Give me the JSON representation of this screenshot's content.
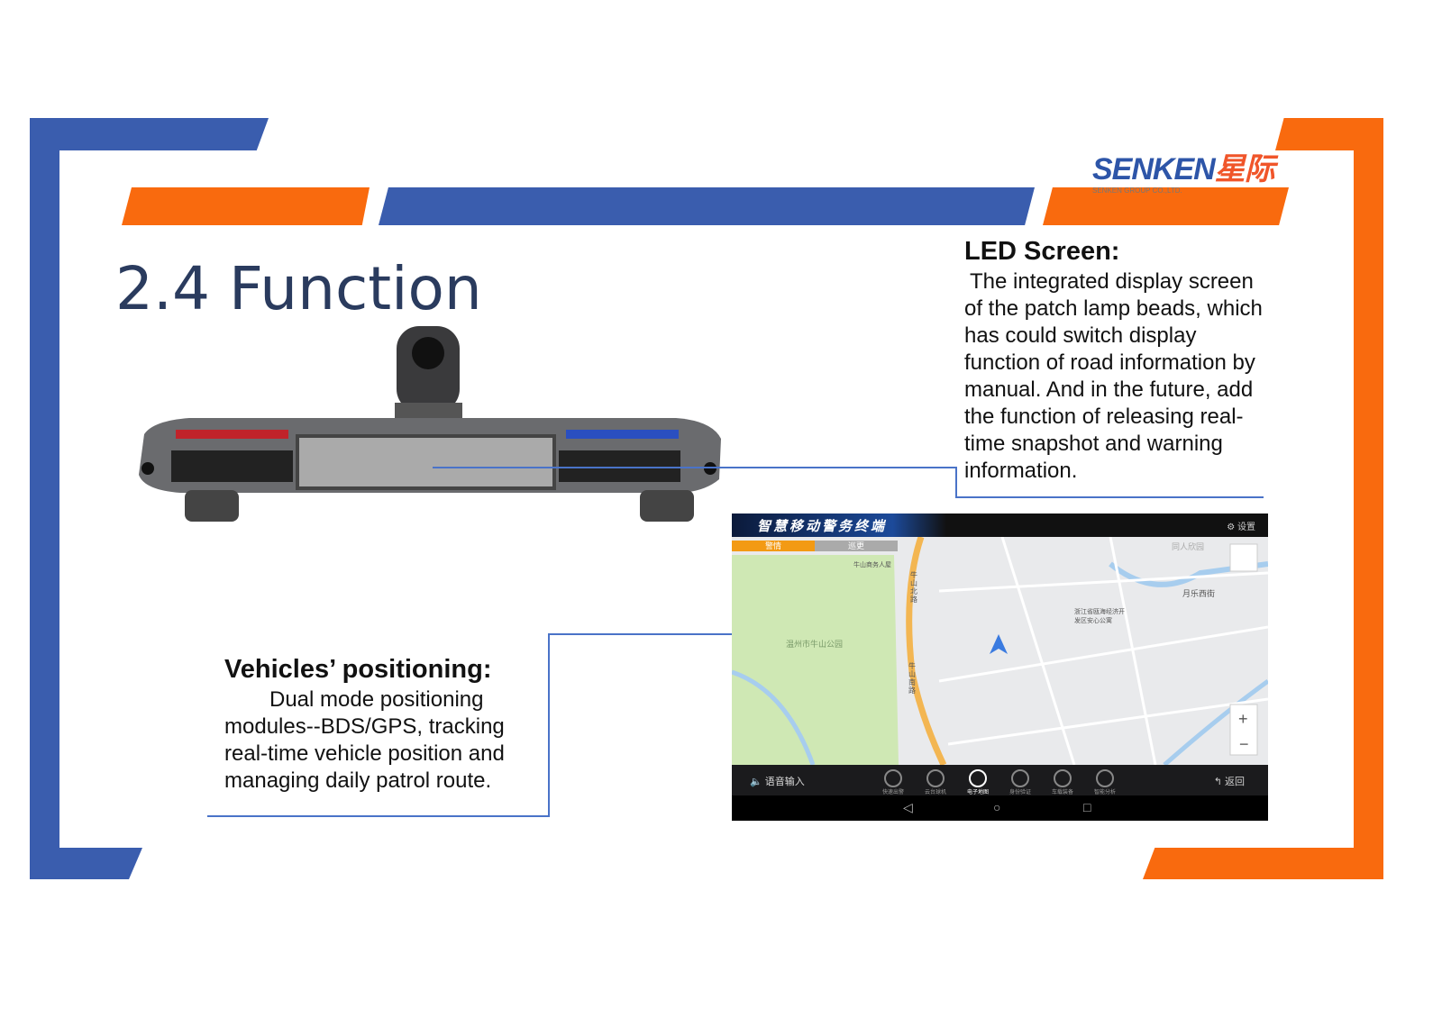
{
  "title": "2.4 Function",
  "logo": {
    "brand": "SENKEN",
    "brand_cn": "星际",
    "company": "SENKEN GROUP CO.,LTD."
  },
  "led": {
    "heading": "LED Screen:",
    "body": "The integrated display screen of the patch lamp beads, which has could switch display function of road information by manual. And in the future, add the function of releasing real-time snapshot and warning information."
  },
  "vehicles": {
    "heading": "Vehicles’ positioning:",
    "body": "Dual mode positioning modules--BDS/GPS, tracking real-time vehicle position and managing daily patrol route."
  },
  "app": {
    "title": "智慧移动警务终端",
    "settings": "设置",
    "tabs": [
      "警情",
      "巡更"
    ],
    "map_labels": [
      "牛山北路",
      "牛山南路",
      "温州市牛山公园",
      "月乐西街",
      "同人欣园",
      "浙江省瓯海经济开发区安心公寓",
      "牛山商务人屋"
    ],
    "voice": "语音输入",
    "back": "返回",
    "buttons": [
      "快速出警",
      "云台球机",
      "电子地图",
      "身份验证",
      "车载装备",
      "智能分析"
    ],
    "nav": [
      "◁",
      "○",
      "□"
    ]
  },
  "colors": {
    "blue": "#3a5dae",
    "orange": "#f96a0e"
  }
}
